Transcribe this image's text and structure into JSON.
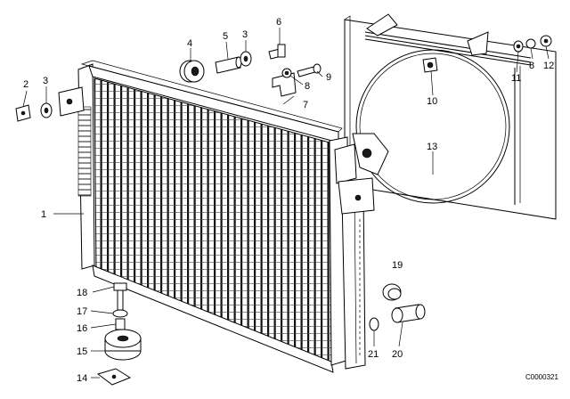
{
  "diagram": {
    "code": "C0000321",
    "callouts": [
      "1",
      "2",
      "3",
      "4",
      "5",
      "3",
      "6",
      "7",
      "8",
      "9",
      "10",
      "11",
      "8",
      "12",
      "13",
      "14",
      "15",
      "16",
      "17",
      "18",
      "19",
      "20",
      "21"
    ]
  }
}
